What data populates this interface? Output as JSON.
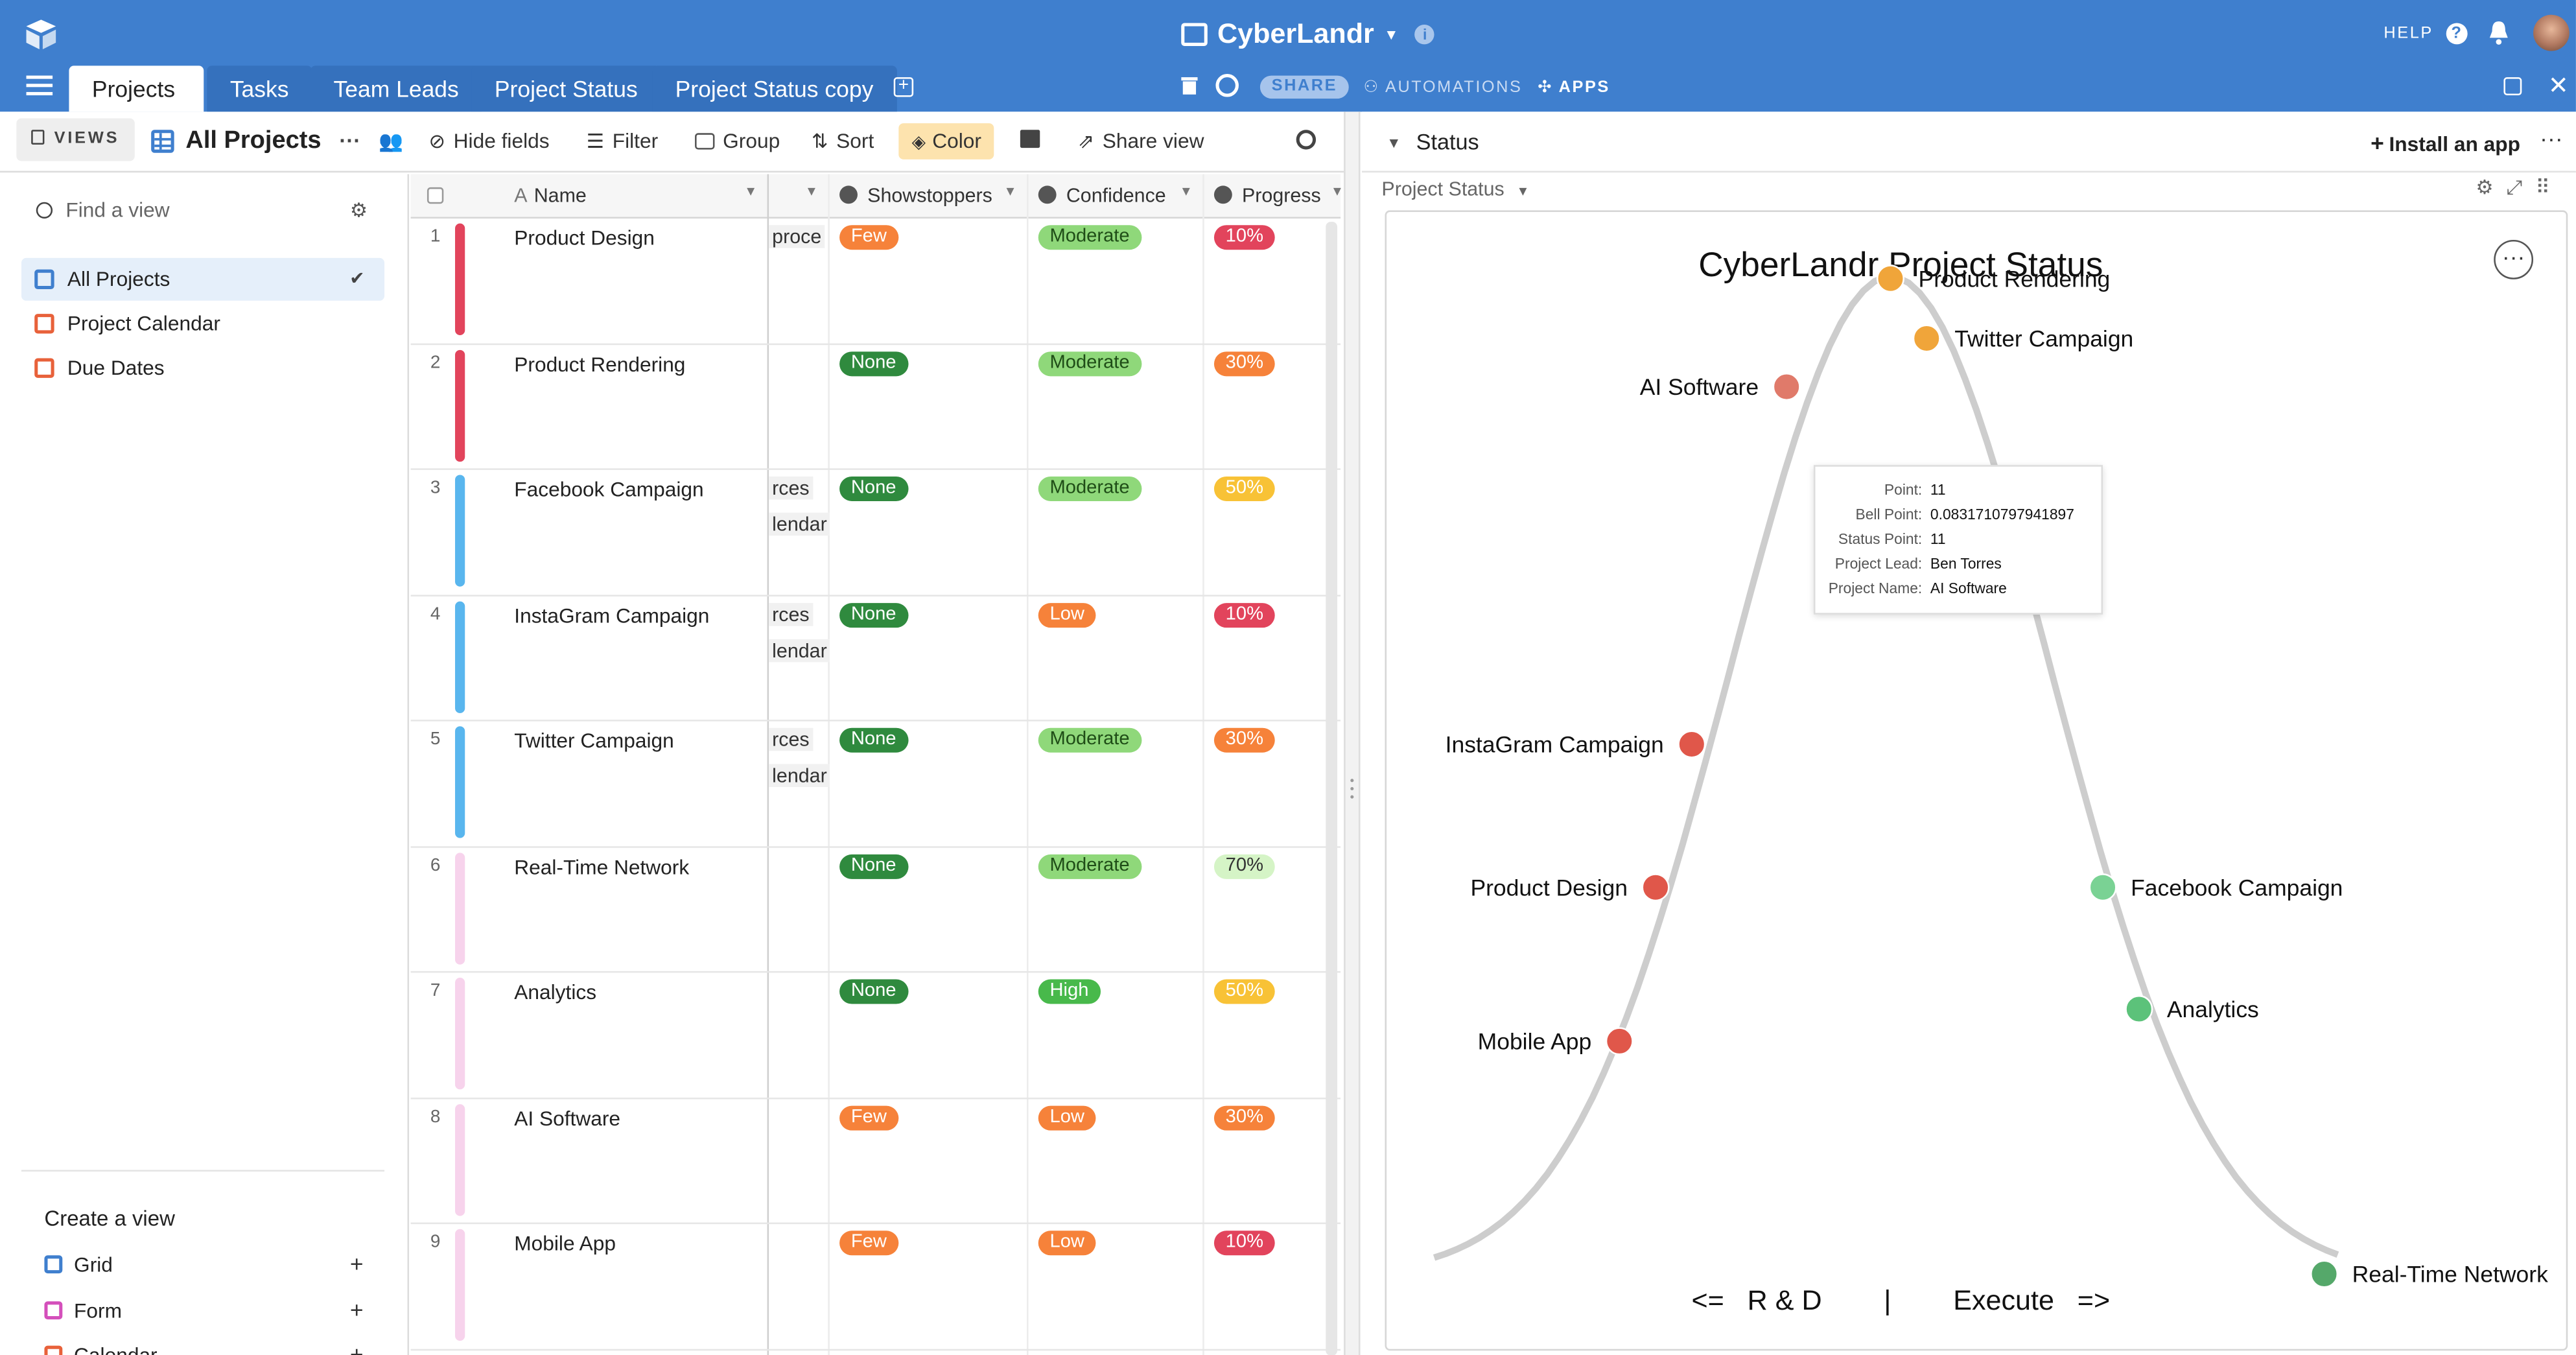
{
  "header": {
    "base_name": "CyberLandr",
    "help_label": "HELP"
  },
  "tabs": [
    {
      "label": "Projects"
    },
    {
      "label": "Tasks"
    },
    {
      "label": "Team Leads"
    },
    {
      "label": "Project Status"
    },
    {
      "label": "Project Status copy"
    }
  ],
  "tab_actions": {
    "share": "SHARE",
    "automations": "AUTOMATIONS",
    "apps": "APPS"
  },
  "toolbar": {
    "views": "VIEWS",
    "view_name": "All Projects",
    "hide_fields": "Hide fields",
    "filter": "Filter",
    "group": "Group",
    "sort": "Sort",
    "color": "Color",
    "share_view": "Share view"
  },
  "sidebar": {
    "find_placeholder": "Find a view",
    "views": [
      {
        "label": "All Projects",
        "color": "#3f7fce"
      },
      {
        "label": "Project Calendar",
        "color": "#e8613a"
      },
      {
        "label": "Due Dates",
        "color": "#e8613a"
      }
    ],
    "create_title": "Create a view",
    "create_items": [
      {
        "label": "Grid",
        "color": "#3f7fce"
      },
      {
        "label": "Form",
        "color": "#d44fbb"
      },
      {
        "label": "Calendar",
        "color": "#e8613a"
      }
    ]
  },
  "grid": {
    "columns": {
      "name": "Name",
      "showstoppers": "Showstoppers",
      "confidence": "Confidence",
      "progress": "Progress"
    },
    "rows": [
      {
        "n": "1",
        "name": "Product Design",
        "frag1": "proce",
        "frag2": "",
        "stop": "Few",
        "conf": "Moderate",
        "prog": "10%",
        "stripe": "#e2445c"
      },
      {
        "n": "2",
        "name": "Product Rendering",
        "frag1": "",
        "frag2": "",
        "stop": "None",
        "conf": "Moderate",
        "prog": "30%",
        "stripe": "#e2445c"
      },
      {
        "n": "3",
        "name": "Facebook Campaign",
        "frag1": "rces",
        "frag2": "lendar",
        "stop": "None",
        "conf": "Moderate",
        "prog": "50%",
        "stripe": "#59b6ee"
      },
      {
        "n": "4",
        "name": "InstaGram Campaign",
        "frag1": "rces",
        "frag2": "lendar",
        "stop": "None",
        "conf": "Low",
        "prog": "10%",
        "stripe": "#59b6ee"
      },
      {
        "n": "5",
        "name": "Twitter Campaign",
        "frag1": "rces",
        "frag2": "lendar",
        "stop": "None",
        "conf": "Moderate",
        "prog": "30%",
        "stripe": "#59b6ee"
      },
      {
        "n": "6",
        "name": "Real-Time Network",
        "frag1": "",
        "frag2": "",
        "stop": "None",
        "conf": "Moderate",
        "prog": "70%",
        "stripe": "#f7d3ec"
      },
      {
        "n": "7",
        "name": "Analytics",
        "frag1": "",
        "frag2": "",
        "stop": "None",
        "conf": "High",
        "prog": "50%",
        "stripe": "#f7d3ec"
      },
      {
        "n": "8",
        "name": "AI Software",
        "frag1": "",
        "frag2": "",
        "stop": "Few",
        "conf": "Low",
        "prog": "30%",
        "stripe": "#f7d3ec"
      },
      {
        "n": "9",
        "name": "Mobile App",
        "frag1": "",
        "frag2": "",
        "stop": "Few",
        "conf": "Low",
        "prog": "10%",
        "stripe": "#f7d3ec"
      }
    ],
    "pill_colors": {
      "Few": [
        "#f6823a",
        "#fff"
      ],
      "None": [
        "#2f8a3e",
        "#fff"
      ],
      "Moderate": [
        "#8fd87a",
        "#1f4d17"
      ],
      "Low": [
        "#f6823a",
        "#fff"
      ],
      "High": [
        "#48b94b",
        "#fff"
      ],
      "10%": [
        "#e2445c",
        "#fff"
      ],
      "30%": [
        "#f6823a",
        "#fff"
      ],
      "50%": [
        "#f8c236",
        "#fff"
      ],
      "70%": [
        "#d5f4c6",
        "#333"
      ]
    }
  },
  "panel": {
    "title": "Status",
    "install": "Install an app",
    "app_name": "Project Status"
  },
  "chart_data": {
    "type": "scatter",
    "title": "CyberLandr Project Status",
    "x_caption": "<=   R & D        |        Execute   =>",
    "curve": "bell",
    "points": [
      {
        "label": "Mobile App",
        "side": "left",
        "color": "#e0574a",
        "x": 4.1,
        "bell": 0.0219
      },
      {
        "label": "Product Design",
        "side": "left",
        "color": "#e0574a",
        "x": 4.9,
        "bell": 0.0363
      },
      {
        "label": "InstaGram Campaign",
        "side": "left",
        "color": "#e0574a",
        "x": 5.7,
        "bell": 0.0497
      },
      {
        "label": "AI Software",
        "side": "left",
        "color": "#e07a6a",
        "x": 7.8,
        "bell": 0.0831710797941897
      },
      {
        "label": "Product Rendering",
        "side": "right",
        "color": "#f0a53a",
        "x": 10.1,
        "bell": 0.0933
      },
      {
        "label": "Twitter Campaign",
        "side": "right",
        "color": "#f0a53a",
        "x": 10.9,
        "bell": 0.0877
      },
      {
        "label": "Facebook Campaign",
        "side": "right",
        "color": "#7ad294",
        "x": 14.8,
        "bell": 0.0363
      },
      {
        "label": "Analytics",
        "side": "right",
        "color": "#5cc27a",
        "x": 15.6,
        "bell": 0.0249
      },
      {
        "label": "Real-Time Network",
        "side": "right",
        "color": "#55a86a",
        "x": 19.7,
        "bell": 0.0001
      }
    ]
  },
  "tooltip": {
    "rows": [
      {
        "k": "Point:",
        "v": "11"
      },
      {
        "k": "Bell Point:",
        "v": "0.0831710797941897"
      },
      {
        "k": "Status Point:",
        "v": "11"
      },
      {
        "k": "Project Lead:",
        "v": "Ben Torres"
      },
      {
        "k": "Project Name:",
        "v": "AI Software"
      }
    ]
  }
}
